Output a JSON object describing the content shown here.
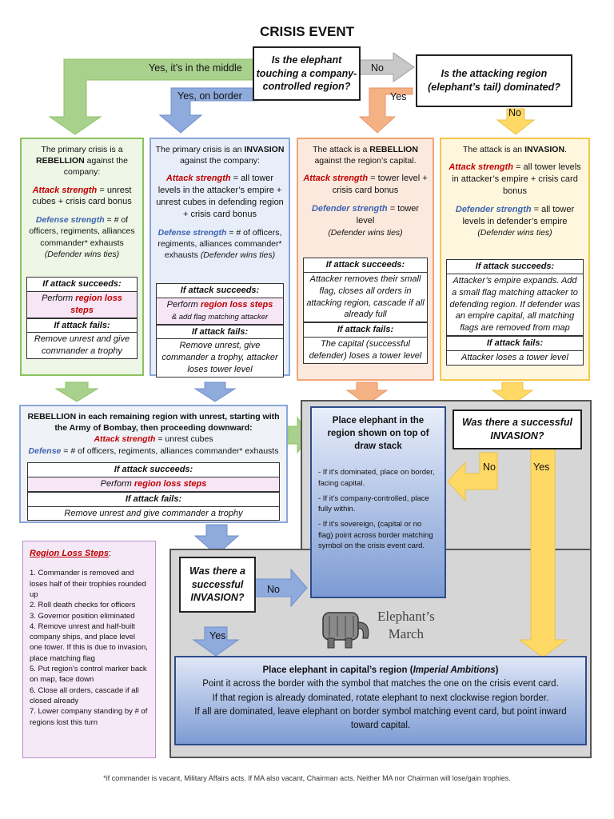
{
  "title": "CRISIS EVENT",
  "q_elephant_touching": "Is the elephant touching a company-controlled region?",
  "q_attacking_dominated": "Is the attacking region (elephant’s tail) dominated?",
  "lbl_yes_middle": "Yes, it’s in the middle",
  "lbl_yes_border": "Yes, on border",
  "lbl_no_top": "No",
  "lbl_yes_dominated": "Yes",
  "lbl_no_dominated": "No",
  "green": {
    "intro_a": "The primary crisis is a ",
    "intro_b": "REBELLION",
    "intro_c": " against the company:",
    "atk_label": "Attack strength",
    "atk_text": " = unrest cubes + crisis card bonus",
    "def_label": "Defense strength",
    "def_text": " = # of officers, regiments, alliances commander* exhausts",
    "ties": "(Defender wins ties)",
    "succ_h": "If attack succeeds:",
    "succ_a": "Perform ",
    "succ_b": "region loss steps",
    "fail_h": "If attack fails:",
    "fail": "Remove unrest and give commander a trophy"
  },
  "blue": {
    "intro_a": "The primary crisis is an ",
    "intro_b": "INVASION",
    "intro_c": " against the company:",
    "atk_label": "Attack strength",
    "atk_text": " = all tower levels in the attacker’s empire + unrest cubes in defending region + crisis card bonus",
    "def_label": "Defense strength",
    "def_text": " = # of officers, regiments, alliances commander* exhausts ",
    "ties": "(Defender wins ties)",
    "succ_h": "If attack succeeds:",
    "succ_a": "Perform ",
    "succ_b": "region loss steps",
    "succ_c": "& add flag matching attacker",
    "fail_h": "If attack fails:",
    "fail": "Remove unrest, give commander a trophy, attacker loses tower level"
  },
  "orange": {
    "intro_a": "The attack is a ",
    "intro_b": "REBELLION",
    "intro_c": " against the region’s capital.",
    "atk_label": "Attack strength",
    "atk_text": " = tower level + crisis card bonus",
    "def_label": "Defender strength",
    "def_text": " = tower level",
    "ties": "(Defender wins ties)",
    "succ_h": "If attack succeeds:",
    "succ": "Attacker removes their small flag, closes all orders in attacking region, cascade if all already full",
    "fail_h": "If attack fails:",
    "fail": "The capital (successful defender) loses a tower level"
  },
  "yellow": {
    "intro_a": "The attack is an ",
    "intro_b": "INVASION",
    "intro_c": ".",
    "atk_label": "Attack strength",
    "atk_text": " = all tower levels in attacker’s empire + crisis card bonus",
    "def_label": "Defender strength",
    "def_text": " = all tower levels in defender’s empire",
    "ties": "(Defender wins ties)",
    "succ_h": "If attack succeeds:",
    "succ": "Attacker’s empire expands. Add a small flag matching attacker to defending region. If defender was an empire capital, all matching flags are removed from map",
    "fail_h": "If attack fails:",
    "fail": "Attacker loses a tower level"
  },
  "rebellion": {
    "head": "REBELLION in each remaining region with unrest, starting with the Army of Bombay, then proceeding downward:",
    "atk_label": "Attack strength",
    "atk_text": " = unrest cubes",
    "def_label": "Defense",
    "def_text": " = # of officers, regiments, alliances commander* exhausts",
    "succ_h": "If attack succeeds:",
    "succ_a": "Perform ",
    "succ_b": "region loss steps",
    "fail_h": "If attack fails:",
    "fail": "Remove unrest and give commander a trophy"
  },
  "place_draw": {
    "head": "Place elephant in the region shown on top of draw stack",
    "b1": "- If it’s dominated, place on border, facing capital.",
    "b2": "- If it’s company-controlled, place fully within.",
    "b3": "- If it’s sovereign, (capital or no flag) point across border matching symbol on the crisis event card."
  },
  "q_success_invasion_1": "Was there a successful INVASION?",
  "lbl_no_inv1": "No",
  "lbl_yes_inv1": "Yes",
  "q_success_invasion_2": "Was there a successful INVASION?",
  "lbl_no_inv2": "No",
  "lbl_yes_inv2": "Yes",
  "march_1": "Elephant’s",
  "march_2": "March",
  "region_loss": {
    "title": "Region Loss Steps",
    "colon": ":",
    "steps": [
      "1. Commander is removed and loses half of their trophies rounded up",
      "2. Roll death checks for officers",
      "3. Governor position eliminated",
      "4. Remove unrest and half-built company ships, and place level one tower. If this is due to invasion, place matching flag",
      "5. Put region’s control marker back on map, face down",
      "6. Close all orders, cascade if all closed already",
      "7. Lower company standing by # of regions lost this turn"
    ]
  },
  "capital": {
    "head_a": "Place elephant in capital’s region (",
    "head_b": "Imperial Ambitions",
    "head_c": ")",
    "l1": "Point it across the border with the symbol that matches the one on the crisis event card.",
    "l2": "If that region is already dominated, rotate elephant to next clockwise region border.",
    "l3": "If all are dominated, leave elephant on border symbol matching event card, but point inward toward capital."
  },
  "footnote": "*if commander is vacant, Military Affairs acts. If MA also vacant, Chairman acts. Neither MA nor Chairman will lose/gain trophies.",
  "colors": {
    "green": "#a9d18e",
    "blue": "#8faadc",
    "orange": "#f4b183",
    "yellow": "#ffd966",
    "gray_arrow": "#c8c8c8",
    "red": "#c00000",
    "navy": "#3d63b0"
  }
}
